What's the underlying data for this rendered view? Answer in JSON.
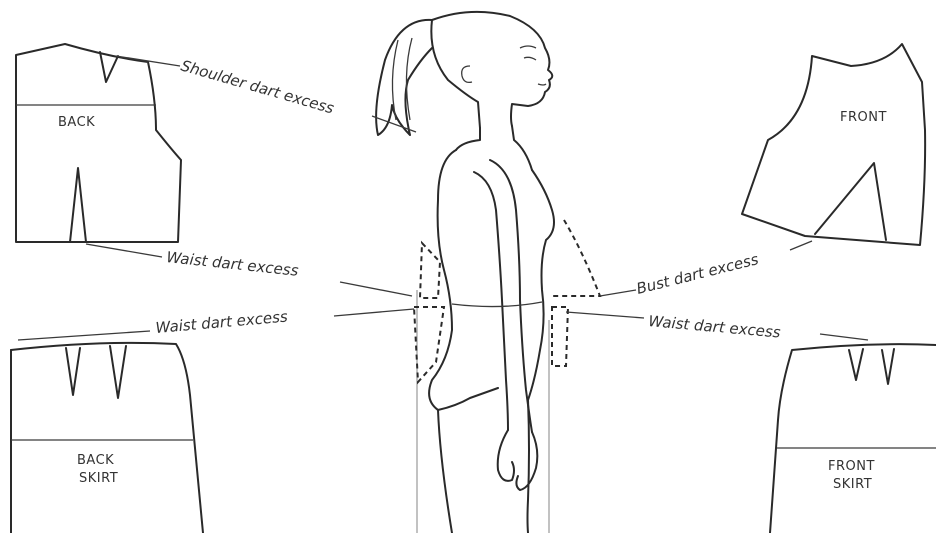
{
  "pattern_pieces": {
    "back": "BACK",
    "front": "FRONT",
    "back_skirt_line1": "BACK",
    "back_skirt_line2": "SKIRT",
    "front_skirt_line1": "FRONT",
    "front_skirt_line2": "SKIRT"
  },
  "callouts": {
    "shoulder_dart": "Shoulder dart excess",
    "waist_dart_back": "Waist dart excess",
    "waist_dart_skirt_back": "Waist dart excess",
    "bust_dart": "Bust dart excess",
    "waist_dart_skirt_front": "Waist dart excess"
  },
  "colors": {
    "line": "#2a2a2a",
    "background": "#ffffff",
    "guide": "#9a9a9a"
  }
}
